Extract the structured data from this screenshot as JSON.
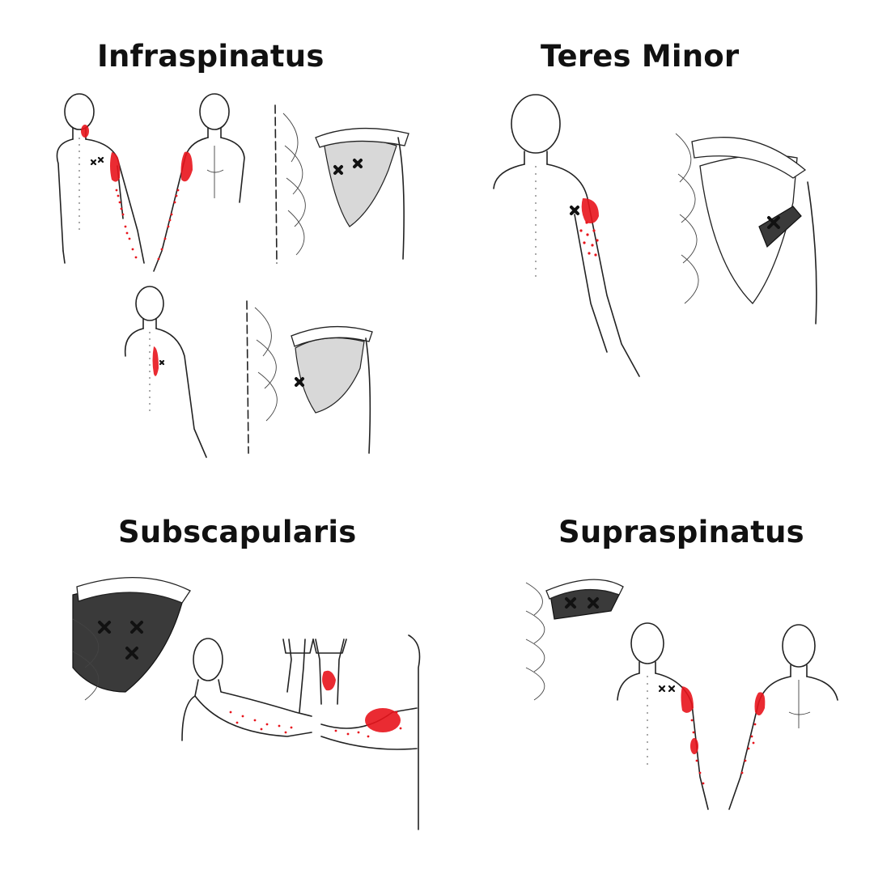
{
  "panels": {
    "infraspinatus": {
      "title": "Infraspinatus"
    },
    "teres_minor": {
      "title": "Teres Minor"
    },
    "subscapularis": {
      "title": "Subscapularis"
    },
    "supraspinatus": {
      "title": "Supraspinatus"
    }
  },
  "colors": {
    "referred_pain": "#e8141c",
    "trigger_point_marker": "#111111",
    "outline": "#222222"
  },
  "icons": {
    "trigger_point": "x-marker",
    "pain_zone": "red-stipple"
  }
}
